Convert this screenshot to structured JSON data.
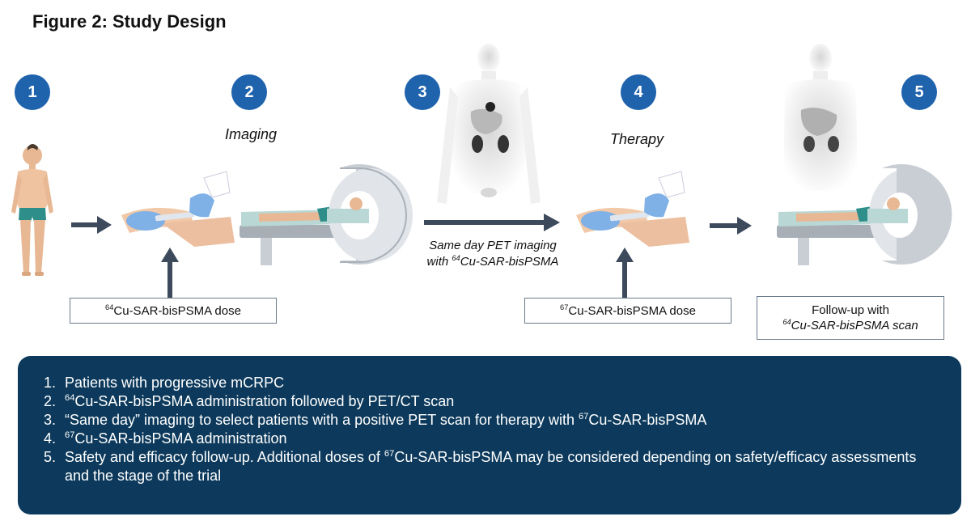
{
  "figure": {
    "title": "Figure 2: Study Design"
  },
  "steps": [
    {
      "number": "1"
    },
    {
      "number": "2",
      "label": "Imaging"
    },
    {
      "number": "3",
      "caption_prefix": "Same day PET imaging",
      "caption_with": "with ",
      "caption_iso": "64",
      "caption_agent": "Cu-SAR-bisPSMA"
    },
    {
      "number": "4",
      "label": "Therapy"
    },
    {
      "number": "5"
    }
  ],
  "boxes": {
    "dose64": {
      "iso": "64",
      "text": "Cu-SAR-bisPSMA dose"
    },
    "dose67": {
      "iso": "67",
      "text": "Cu-SAR-bisPSMA dose"
    },
    "followup": {
      "line1": "Follow-up with",
      "iso": "64",
      "line2": "Cu-SAR-bisPSMA scan"
    }
  },
  "summary": {
    "items": [
      {
        "num": "1.",
        "text": "Patients with progressive mCRPC"
      },
      {
        "num": "2.",
        "iso": "64",
        "text": "Cu-SAR-bisPSMA administration followed by PET/CT scan"
      },
      {
        "num": "3.",
        "text": "“Same day” imaging to select patients with a positive PET scan for therapy with ",
        "iso": "67",
        "text2": "Cu-SAR-bisPSMA"
      },
      {
        "num": "4.",
        "iso": "67",
        "text": "Cu-SAR-bisPSMA administration"
      },
      {
        "num": "5.",
        "text": "Safety and efficacy follow-up. Additional doses of ",
        "iso": "67",
        "text2": "Cu-SAR-bisPSMA may be considered depending on safety/efficacy assessments and the stage of the trial"
      }
    ]
  },
  "colors": {
    "step_circle": "#1f63ad",
    "arrow": "#3d4a5c",
    "panel_bg": "#0d3a5c",
    "panel_text": "#ffffff",
    "scanner": "#c9ced4",
    "glove": "#7fb0e6",
    "skin": "#f2c9a8"
  },
  "icons": [
    "patient-figure-icon",
    "injection-icon",
    "pet-scanner-icon",
    "pet-scan-image-icon",
    "arrow-right-icon",
    "arrow-up-icon"
  ]
}
